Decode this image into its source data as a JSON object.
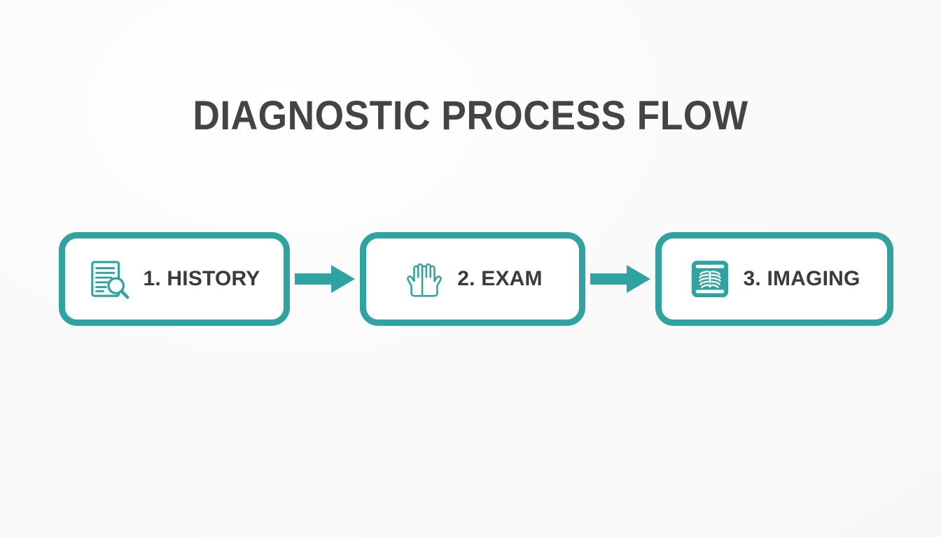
{
  "page": {
    "title": "DIAGNOSTIC PROCESS FLOW",
    "background_color": "#fbfbfb",
    "accent_color": "#2fa3a0",
    "title_color": "#444446",
    "label_color": "#3b3b3d",
    "card_fill_color": "#ffffff"
  },
  "flow": {
    "steps": [
      {
        "number": "1",
        "label": "1. HISTORY",
        "name": "history",
        "icon": "document-magnifier-icon"
      },
      {
        "number": "2",
        "label": "2. EXAM",
        "name": "exam",
        "icon": "open-hands-icon"
      },
      {
        "number": "3",
        "label": "3. IMAGING",
        "name": "imaging",
        "icon": "xray-ribcage-icon"
      }
    ],
    "connectors": [
      {
        "name": "arrow-1-to-2",
        "icon": "arrow-right-icon"
      },
      {
        "name": "arrow-2-to-3",
        "icon": "arrow-right-icon"
      }
    ]
  }
}
